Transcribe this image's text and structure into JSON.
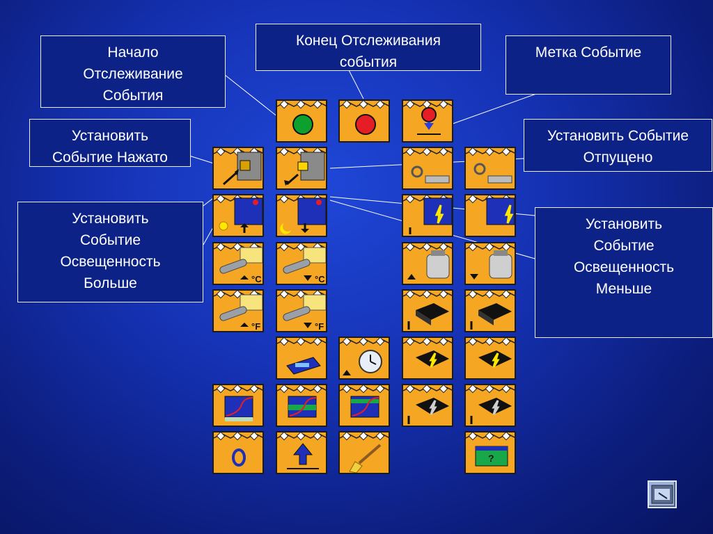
{
  "callouts": {
    "start_watch": {
      "lines": [
        "Начало",
        "Отслеживание",
        "События"
      ]
    },
    "stop_watch": {
      "lines": [
        "Конец Отслеживания",
        "события"
      ]
    },
    "event_label": {
      "lines": [
        "Метка Событие"
      ]
    },
    "set_pressed": {
      "lines": [
        "Установить",
        "Событие Нажато"
      ]
    },
    "set_released": {
      "lines": [
        "Установить Событие",
        "Отпущено"
      ]
    },
    "light_more": {
      "lines": [
        "Установить",
        "Событие",
        "Освещенность",
        "Больше"
      ]
    },
    "light_less": {
      "lines": [
        "Установить",
        "Событие",
        "Освещенность",
        "Меньше"
      ]
    }
  },
  "icons": {
    "start_watch": "green-light-icon",
    "stop_watch": "red-light-icon",
    "event_label": "event-marker-icon",
    "touch_pressed": "touch-sensor-pressed-icon",
    "touch_released": "touch-sensor-released-icon",
    "rotation_fwd": "rotation-sensor-forward-icon",
    "rotation_back": "rotation-sensor-back-icon",
    "light_bright": "light-sensor-bright-icon",
    "light_dark": "light-sensor-dark-icon",
    "rcx_flash_up": "rcx-flash-up-icon",
    "rcx_flash_down": "rcx-flash-down-icon",
    "temp_c_up": "temperature-celsius-up-icon",
    "temp_c_down": "temperature-celsius-down-icon",
    "jar_up": "jar-up-icon",
    "jar_down": "jar-down-icon",
    "temp_f_up": "temperature-fahrenheit-up-icon",
    "temp_f_down": "temperature-fahrenheit-down-icon",
    "motor_up": "motor-up-icon",
    "motor_down": "motor-down-icon",
    "message_card": "message-card-icon",
    "timer": "alarm-clock-icon",
    "motor_flash_up": "motor-flash-up-icon",
    "motor_flash_down": "motor-flash-down-icon",
    "graph_1": "graph-screen-icon",
    "graph_2": "graph-screen-color-icon",
    "graph_3": "graph-screen-wave-icon",
    "motor_bolt_up": "motor-bolt-up-icon",
    "motor_bolt_down": "motor-bolt-down-icon",
    "counter": "counter-zero-icon",
    "arrow_up": "up-arrow-icon",
    "brush": "brush-icon",
    "question_screen": "question-screen-icon"
  },
  "colors": {
    "icon_bg": "#f5a623",
    "callout_bg": "#0d2287",
    "callout_border": "#e8ecff",
    "slide_bg": "#1532b4"
  },
  "nav": {
    "icon": "film-strip-icon"
  }
}
